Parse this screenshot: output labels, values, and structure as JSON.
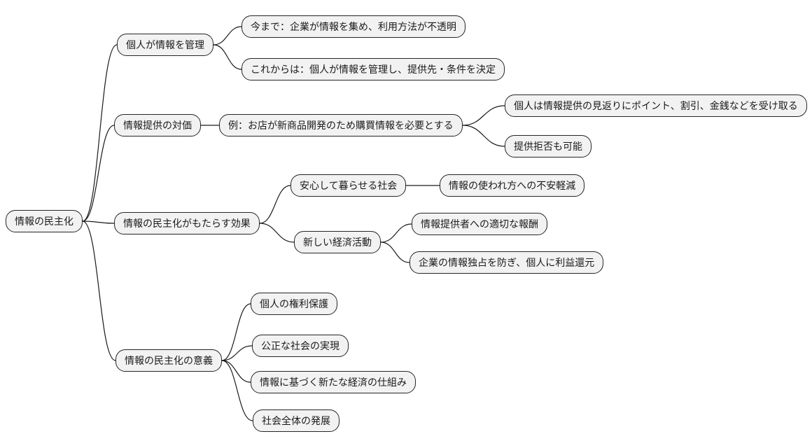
{
  "theme": {
    "background": "#ffffff",
    "node_fill": "#f2f2f2",
    "node_border": "#262626",
    "node_text": "#1a1a1a",
    "edge_color": "#1a1a1a"
  },
  "mindmap": {
    "label": "情報の民主化",
    "children": [
      {
        "label": "個人が情報を管理",
        "children": [
          {
            "label": "今まで：企業が情報を集め、利用方法が不透明"
          },
          {
            "label": "これからは：個人が情報を管理し、提供先・条件を決定"
          }
        ]
      },
      {
        "label": "情報提供の対価",
        "children": [
          {
            "label": "例：お店が新商品開発のため購買情報を必要とする",
            "children": [
              {
                "label": "個人は情報提供の見返りにポイント、割引、金銭などを受け取る"
              },
              {
                "label": "提供拒否も可能"
              }
            ]
          }
        ]
      },
      {
        "label": "情報の民主化がもたらす効果",
        "children": [
          {
            "label": "安心して暮らせる社会",
            "children": [
              {
                "label": "情報の使われ方への不安軽減"
              }
            ]
          },
          {
            "label": "新しい経済活動",
            "children": [
              {
                "label": "情報提供者への適切な報酬"
              },
              {
                "label": "企業の情報独占を防ぎ、個人に利益還元"
              }
            ]
          }
        ]
      },
      {
        "label": "情報の民主化の意義",
        "children": [
          {
            "label": "個人の権利保護"
          },
          {
            "label": "公正な社会の実現"
          },
          {
            "label": "情報に基づく新たな経済の仕組み"
          },
          {
            "label": "社会全体の発展"
          }
        ]
      }
    ]
  }
}
